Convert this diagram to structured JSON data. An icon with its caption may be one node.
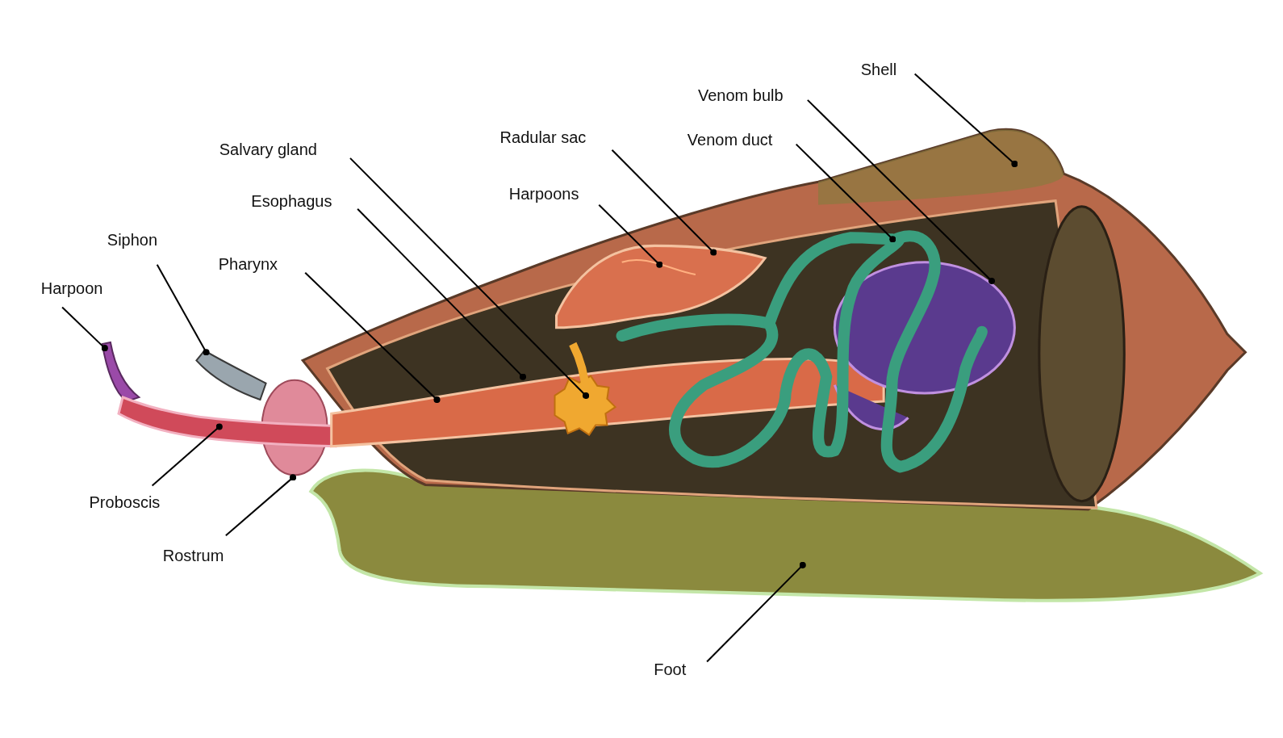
{
  "diagram": {
    "nodes": [
      {
        "text": [
          "Shell"
        ]
      },
      {
        "text": [
          "Venom bulb"
        ]
      },
      {
        "text": [
          "Radular sac"
        ]
      },
      {
        "text": [
          "Venom duct"
        ]
      },
      {
        "text": [
          "Salvary gland"
        ]
      },
      {
        "text": [
          "Harpoons"
        ]
      },
      {
        "text": [
          "Esophagus"
        ]
      },
      {
        "text": [
          "Siphon"
        ]
      },
      {
        "text": [
          "Pharynx"
        ]
      },
      {
        "text": [
          "Harpoon"
        ]
      },
      {
        "text": [
          "Proboscis"
        ]
      },
      {
        "text": [
          "Rostrum"
        ]
      },
      {
        "text": [
          "Foot"
        ]
      }
    ],
    "edges": [
      {
        "from": 0,
        "to": null,
        "arrow": "other"
      },
      {
        "from": 1,
        "to": null,
        "arrow": "other"
      },
      {
        "from": 2,
        "to": null,
        "arrow": "other"
      },
      {
        "from": 3,
        "to": null,
        "arrow": "other"
      },
      {
        "from": 4,
        "to": null,
        "arrow": "other"
      },
      {
        "from": 5,
        "to": null,
        "arrow": "other"
      },
      {
        "from": 6,
        "to": null,
        "arrow": "other"
      },
      {
        "from": 7,
        "to": null,
        "arrow": "other"
      },
      {
        "from": 8,
        "to": null,
        "arrow": "other"
      },
      {
        "from": 9,
        "to": null,
        "arrow": "other"
      },
      {
        "from": 10,
        "to": null,
        "arrow": "other"
      },
      {
        "from": 11,
        "to": null,
        "arrow": "other"
      },
      {
        "from": 12,
        "to": null,
        "arrow": "other"
      }
    ]
  }
}
